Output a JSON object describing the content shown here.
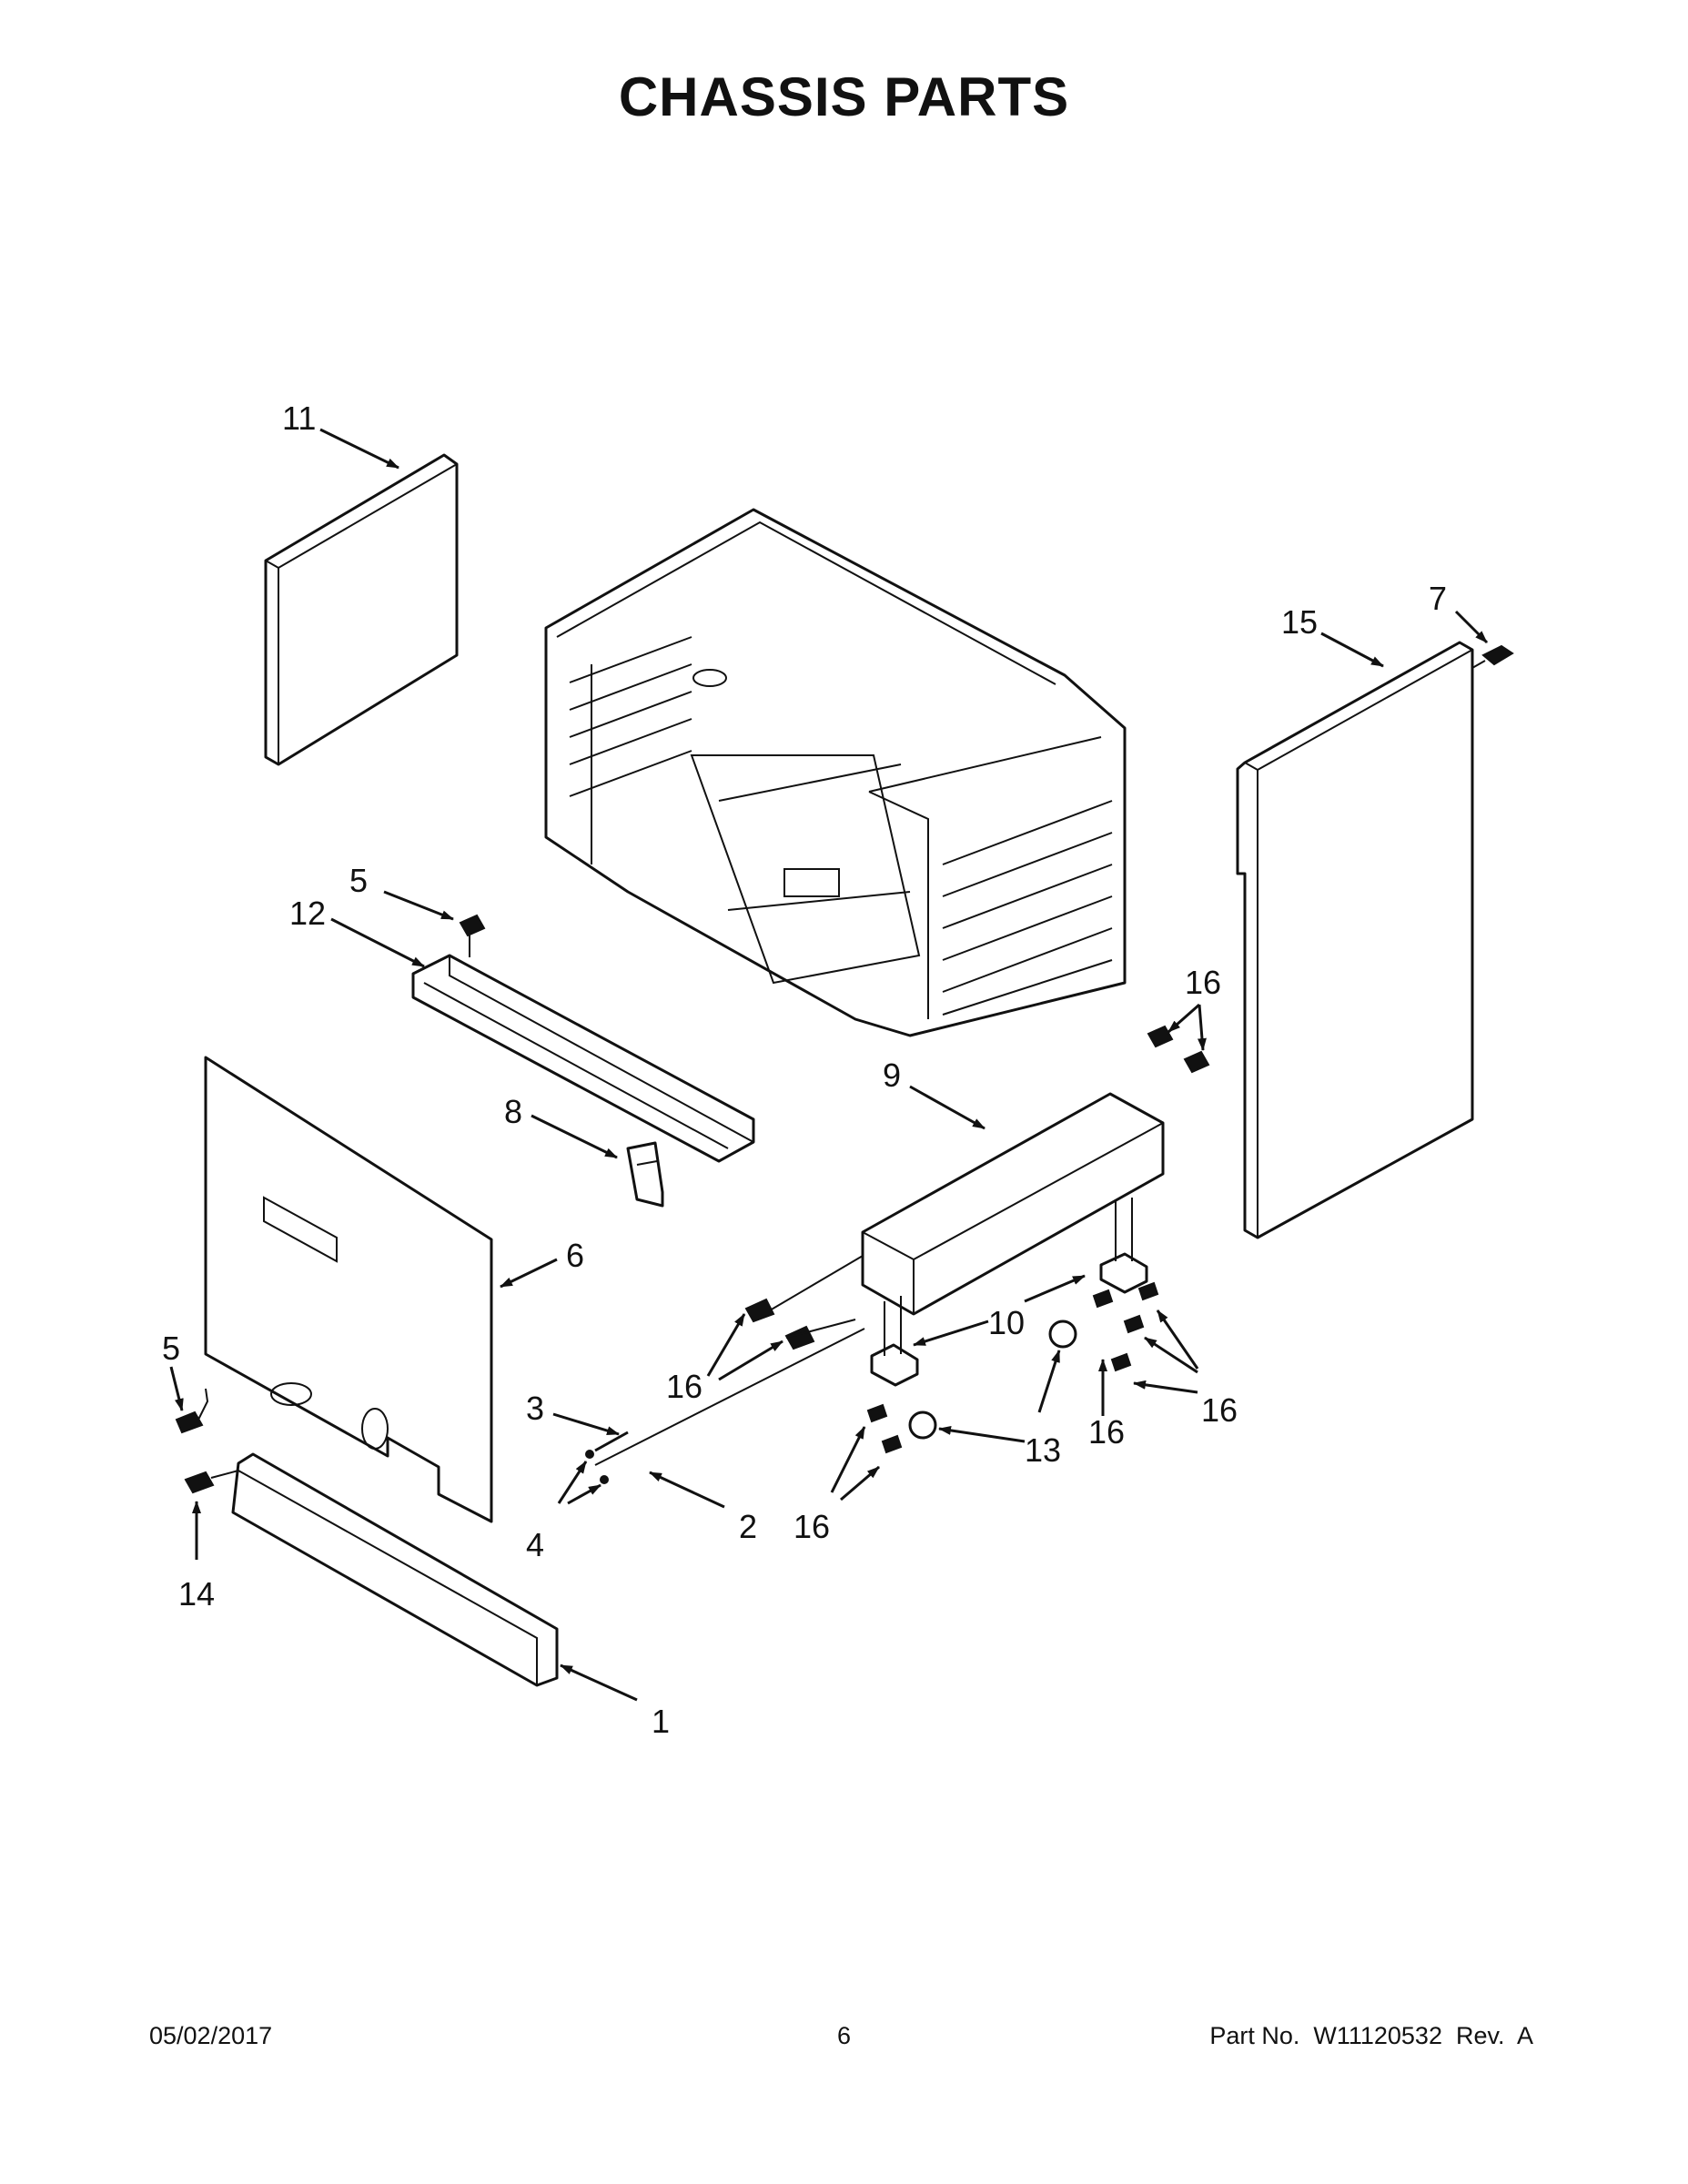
{
  "title": "CHASSIS PARTS",
  "callouts": {
    "c1": "1",
    "c2": "2",
    "c3": "3",
    "c4": "4",
    "c5a": "5",
    "c5b": "5",
    "c6": "6",
    "c7": "7",
    "c8": "8",
    "c9": "9",
    "c10": "10",
    "c11": "11",
    "c12": "12",
    "c13": "13",
    "c14": "14",
    "c15": "15",
    "c16a": "16",
    "c16b": "16",
    "c16c": "16",
    "c16d": "16",
    "c16e": "16"
  },
  "footer": {
    "date": "05/02/2017",
    "page": "6",
    "part": "Part No.  W11120532  Rev.  A"
  }
}
